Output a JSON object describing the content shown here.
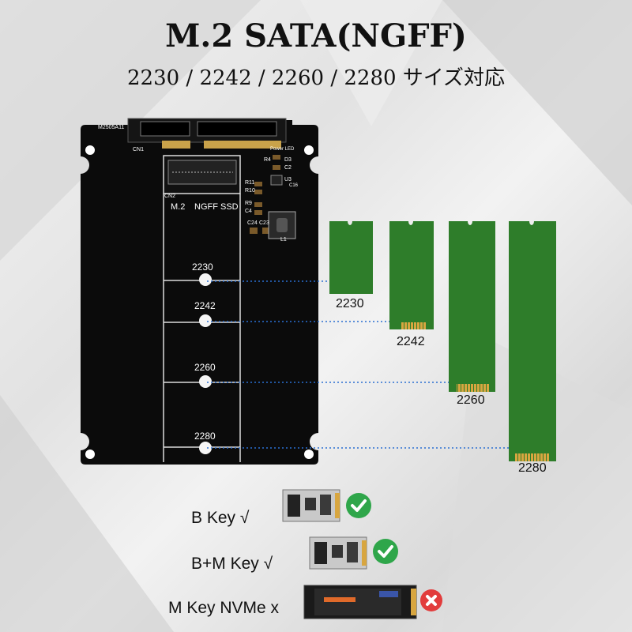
{
  "header": {
    "title": "M.2 SATA(NGFF)",
    "subtitle": "2230 / 2242 / 2260 / 2280 サイズ対応"
  },
  "board": {
    "model": "M2505A11",
    "cn1": "CN1",
    "cn2": "CN2",
    "slot_label_left": "M.2",
    "slot_label_right": "NGFF SSD",
    "power_led": "Power LED",
    "components": [
      "R4",
      "D3",
      "C2",
      "R11",
      "R10",
      "U3",
      "C16",
      "R9",
      "C4",
      "C24",
      "C23",
      "L1"
    ],
    "mount_labels": [
      "2230",
      "2242",
      "2260",
      "2280"
    ]
  },
  "ssd_cards": [
    {
      "size": "2230",
      "length_mm": 30
    },
    {
      "size": "2242",
      "length_mm": 42
    },
    {
      "size": "2260",
      "length_mm": 60
    },
    {
      "size": "2280",
      "length_mm": 80
    }
  ],
  "compatibility": [
    {
      "label": "B Key √",
      "status": "supported",
      "icon": "check-icon"
    },
    {
      "label": "B+M Key √",
      "status": "supported",
      "icon": "check-icon"
    },
    {
      "label": "M Key NVMe x",
      "status": "unsupported",
      "icon": "cross-icon"
    }
  ],
  "colors": {
    "board": "#0b0b0b",
    "ssd_green": "#2e7d2a",
    "gold_pins": "#d8a640",
    "dotted_line": "#2b6fd1",
    "check": "#2fa64a",
    "cross": "#e23c3c"
  }
}
